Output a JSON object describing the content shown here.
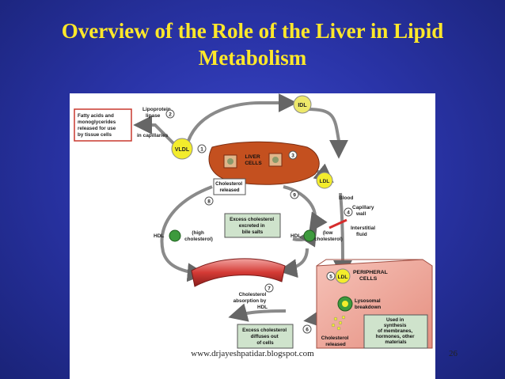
{
  "slide": {
    "title_line1": "Overview of the Role of the Liver in Lipid",
    "title_line2": "Metabolism",
    "footer_url": "www.drjayeshpatidar.blogspot.com",
    "page_number": "26",
    "colors": {
      "background": "#2a34a8",
      "title": "#ffe82a",
      "liver": "#c4501f",
      "peripheral": "#e89a8c",
      "note_box": "#cfe3cc"
    }
  },
  "diagram": {
    "fatty_acids_box": [
      "Fatty acids and",
      "monoglycerides",
      "released for use",
      "by tissue cells"
    ],
    "lipoprotein_lipase": [
      "Lipoprotein",
      "lipase"
    ],
    "in_capillaries": "in capillaries",
    "idl": "IDL",
    "vldl": "VLDL",
    "liver_cells": [
      "LIVER",
      "CELLS"
    ],
    "ldl_top": "LDL",
    "cholesterol_released_liver": [
      "Cholesterol",
      "released"
    ],
    "excess_cholesterol_bile": [
      "Excess cholesterol",
      "excreted in",
      "bile salts"
    ],
    "blood": "Blood",
    "capillary_wall": [
      "Capillary",
      "wall"
    ],
    "interstitial_fluid": [
      "Interstitial",
      "fluid"
    ],
    "hdl_high": "HDL",
    "high_cholesterol": [
      "(high",
      "cholesterol)"
    ],
    "hdl_low": "HDL",
    "low_cholesterol": [
      "(low",
      "cholesterol)"
    ],
    "ldl_peripheral": "LDL",
    "peripheral_cells": [
      "PERIPHERAL",
      "CELLS"
    ],
    "lysosomal_breakdown": [
      "Lysosomal",
      "breakdown"
    ],
    "cholesterol_absorption": [
      "Cholesterol",
      "absorption by",
      "HDL"
    ],
    "excess_cholesterol_diffuses": [
      "Excess cholesterol",
      "diffuses out",
      "of cells"
    ],
    "cholesterol_released_peripheral": [
      "Cholesterol",
      "released"
    ],
    "used_in_synthesis": [
      "Used in",
      "synthesis",
      "of membranes,",
      "hormones, other",
      "materials"
    ],
    "step_numbers": [
      "1",
      "2",
      "3",
      "4",
      "5",
      "6",
      "7",
      "8",
      "9"
    ]
  }
}
